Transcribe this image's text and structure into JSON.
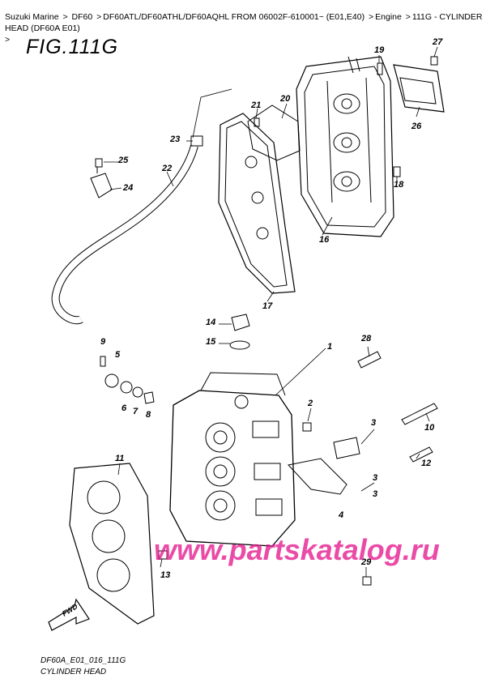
{
  "breadcrumb": {
    "items": [
      "Suzuki Marine",
      "DF60",
      "DF60ATL/DF60ATHL/DF60AQHL FROM 06002F-610001~ (E01,E40)",
      "Engine",
      "111G - CYLINDER HEAD (DF60A E01)"
    ],
    "trailing": ">"
  },
  "figure_title": "FIG.111G",
  "watermark": "www.partskatalog.ru",
  "fwd_label": "FWD",
  "footer": {
    "code": "DF60A_E01_016_111G",
    "caption": "CYLINDER HEAD"
  },
  "callouts": [
    "1",
    "2",
    "3",
    "3",
    "3",
    "4",
    "5",
    "6",
    "7",
    "8",
    "9",
    "10",
    "11",
    "12",
    "13",
    "14",
    "15",
    "16",
    "17",
    "18",
    "19",
    "20",
    "21",
    "22",
    "23",
    "24",
    "25",
    "26",
    "27",
    "28",
    "29"
  ]
}
